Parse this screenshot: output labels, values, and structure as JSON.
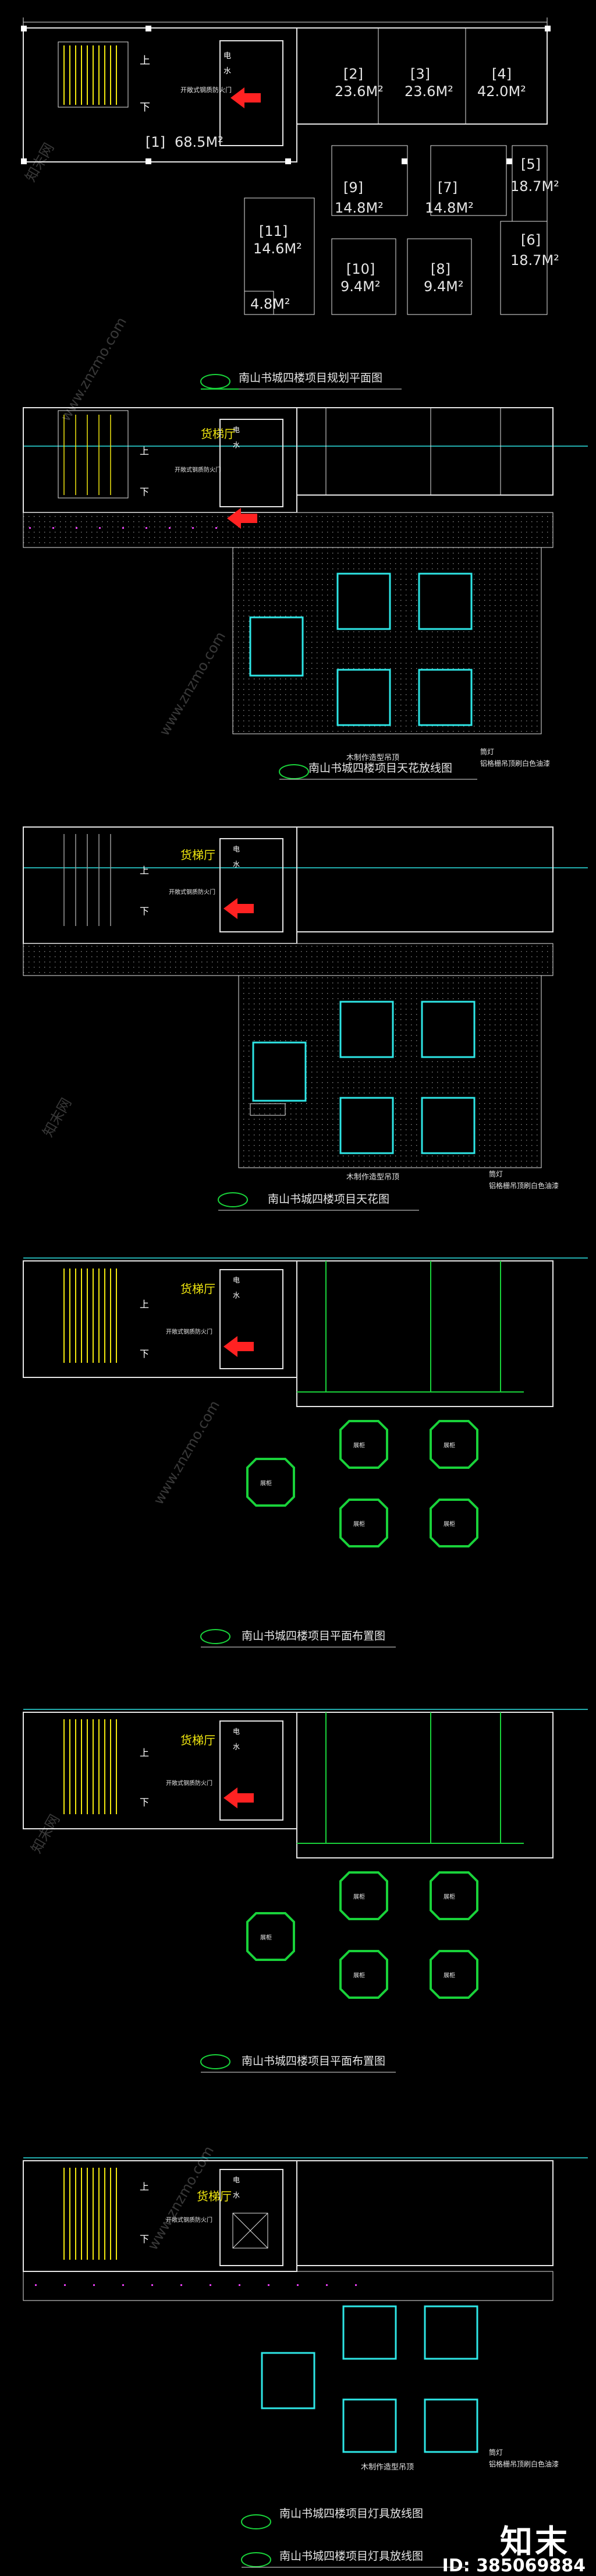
{
  "colors": {
    "background": "#000000",
    "wall": "#e6e6e6",
    "green": "#19d23a",
    "cyan": "#2ee6e6",
    "yellow": "#f2e80f",
    "red": "#ff2222",
    "blue": "#2244ff",
    "magenta": "#e53df0",
    "white": "#ffffff"
  },
  "common": {
    "stair_up": "上",
    "stair_down": "下",
    "cargo_hall": "货梯厅",
    "power_room": "电",
    "water_room": "水",
    "fire_door": "开敞式钢质防火门",
    "wood_ceiling": "木制作造型吊顶",
    "downlight": "筒灯",
    "grille_ceiling": "铝格栅吊顶刷白色油漆",
    "booth": "展柜"
  },
  "plans": [
    {
      "title": "南山书城四楼项目规划平面图"
    },
    {
      "title": "南山书城四楼项目天花放线图"
    },
    {
      "title": "南山书城四楼项目天花图"
    },
    {
      "title": "南山书城四楼项目平面布置图"
    },
    {
      "title": "南山书城四楼项目平面布置图"
    },
    {
      "title": "南山书城四楼项目灯具放线图"
    }
  ],
  "rooms": [
    {
      "num": "[1]",
      "area": "68.5M²"
    },
    {
      "num": "[2]",
      "area": "23.6M²"
    },
    {
      "num": "[3]",
      "area": "23.6M²"
    },
    {
      "num": "[4]",
      "area": "42.0M²"
    },
    {
      "num": "[5]",
      "area": "18.7M²"
    },
    {
      "num": "[6]",
      "area": "18.7M²"
    },
    {
      "num": "[7]",
      "area": "14.8M²"
    },
    {
      "num": "[8]",
      "area": "9.4M²"
    },
    {
      "num": "[9]",
      "area": "14.8M²"
    },
    {
      "num": "[10]",
      "area": "9.4M²"
    },
    {
      "num": "[11]",
      "area": "14.6M²"
    },
    {
      "num": "",
      "area": "4.8M²"
    }
  ],
  "watermarks": [
    "知末网",
    "www.znzmo.com"
  ],
  "brand": {
    "name": "知末",
    "id": "ID: 385069884"
  }
}
